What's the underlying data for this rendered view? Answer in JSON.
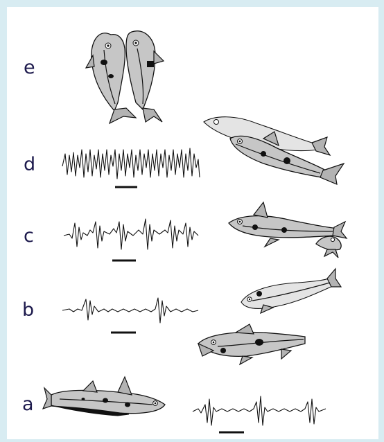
{
  "panels": [
    {
      "label": "e"
    },
    {
      "label": "d"
    },
    {
      "label": "c"
    },
    {
      "label": "b"
    },
    {
      "label": "a"
    }
  ],
  "colors": {
    "background": "#d8ecf2",
    "fish": "#c6c6c6",
    "label": "#1d1a4d"
  }
}
